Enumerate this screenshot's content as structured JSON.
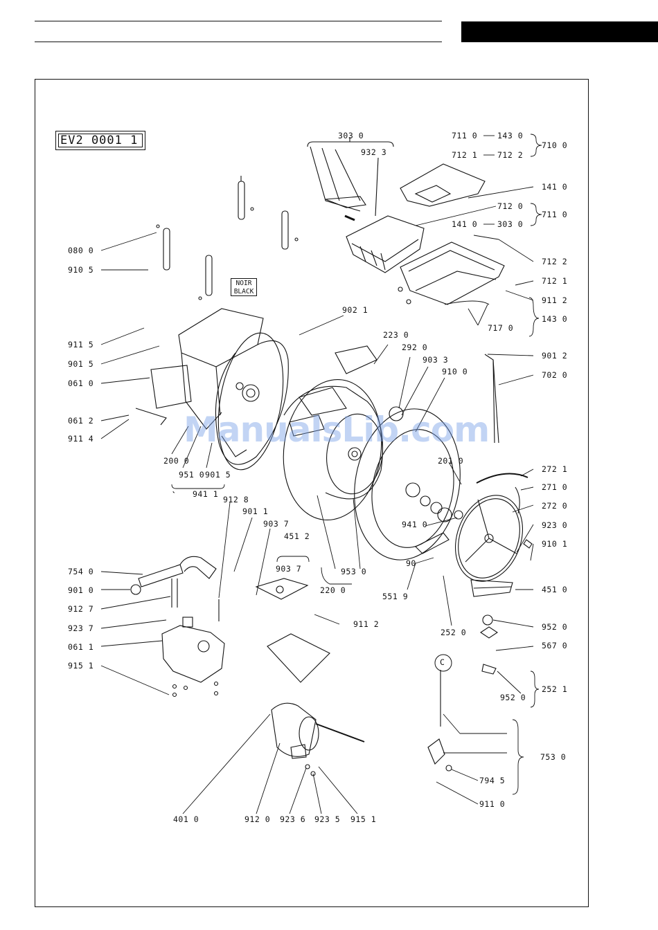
{
  "header": {
    "code_box": "EV2 0001 1"
  },
  "tag": {
    "line1": "NOIR",
    "line2": "BLACK"
  },
  "callout": "C",
  "watermark": "ManualsLib.com",
  "labels": {
    "l303_0a": "303 0",
    "l932_3": "932 3",
    "l711_0a": "711 0",
    "l143_0a": "143 0",
    "l710_0": "710 0",
    "l712_1a": "712 1",
    "l712_2a": "712 2",
    "l141_0a": "141 0",
    "l712_0": "712 0",
    "l711_0b": "711 0",
    "l141_0b": "141 0",
    "l303_0b": "303 0",
    "l712_2b": "712 2",
    "l712_1b": "712 1",
    "l911_2a": "911 2",
    "l143_0b": "143 0",
    "l717_0": "717 0",
    "l080_0": "080 0",
    "l910_5": "910 5",
    "l902_1": "902 1",
    "l911_5": "911 5",
    "l901_5a": "901 5",
    "l061_0": "061 0",
    "l061_2": "061 2",
    "l911_4": "911 4",
    "l223_0": "223 0",
    "l292_0": "292 0",
    "l903_3": "903 3",
    "l910_0": "910 0",
    "l901_2": "901 2",
    "l702_0": "702 0",
    "l200_0": "200 0",
    "l951_0": "951 0",
    "l901_5b": "901 5",
    "l941_1": "941 1",
    "l201_0": "201 0",
    "l272_1": "272 1",
    "l271_0": "271 0",
    "l272_0": "272 0",
    "l941_0": "941 0",
    "l923_0": "923 0",
    "l910_1": "910 1",
    "l912_8": "912 8",
    "l901_1": "901 1",
    "l903_7a": "903 7",
    "l451_2": "451 2",
    "l903_7b": "903 7",
    "l754_0": "754 0",
    "l901_0": "901 0",
    "l912_7": "912 7",
    "l923_7": "923 7",
    "l061_1": "061 1",
    "l915_1a": "915 1",
    "l953_0": "953 0",
    "l220_0": "220 0",
    "l90": "90",
    "l551_9": "551 9",
    "l451_0": "451 0",
    "l911_2b": "911 2",
    "l252_0": "252 0",
    "l952_0a": "952 0",
    "l567_0": "567 0",
    "l952_0b": "952 0",
    "l252_1": "252 1",
    "l753_0": "753 0",
    "l794_5": "794 5",
    "l911_0": "911 0",
    "l401_0": "401 0",
    "l912_0": "912 0",
    "l923_6": "923 6",
    "l923_5": "923 5",
    "l915_1b": "915 1"
  }
}
